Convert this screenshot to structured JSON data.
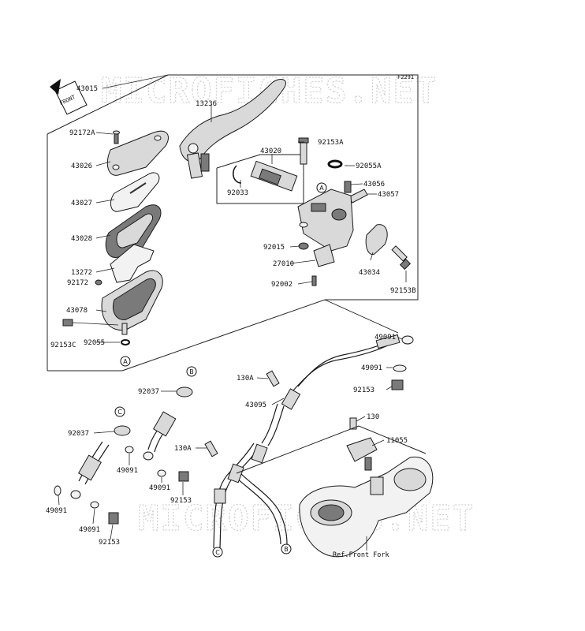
{
  "code": "F2291",
  "watermark": "MICROFICHES.NET",
  "front_arrow_label": "FRONT",
  "ref_label": "Ref.Front Fork",
  "parts": {
    "p43015": "43015",
    "p13236": "13236",
    "p92172A": "92172A",
    "p43026": "43026",
    "p43020": "43020",
    "p92153A": "92153A",
    "p92055A": "92055A",
    "p43056": "43056",
    "p43057": "43057",
    "p92033": "92033",
    "p43027": "43027",
    "p43028": "43028",
    "p13272": "13272",
    "p92172": "92172",
    "p92015": "92015",
    "p27010": "27010",
    "p92002": "92002",
    "p43034": "43034",
    "p92153B": "92153B",
    "p43078": "43078",
    "p92153C": "92153C",
    "p92055": "92055",
    "p49091_a": "49091",
    "p49091_b": "49091",
    "p130A_a": "130A",
    "p92153_a": "92153",
    "p92037_a": "92037",
    "p43095": "43095",
    "p130": "130",
    "p11055": "11055",
    "p92037_b": "92037",
    "p130A_b": "130A",
    "p49091_c": "49091",
    "p49091_d": "49091",
    "p92153_b": "92153",
    "p49091_e": "49091",
    "p49091_f": "49091",
    "p92153_c": "92153"
  },
  "markers": {
    "a": "A",
    "b": "B",
    "c": "C"
  },
  "icons": [
    "front-arrow-icon"
  ]
}
